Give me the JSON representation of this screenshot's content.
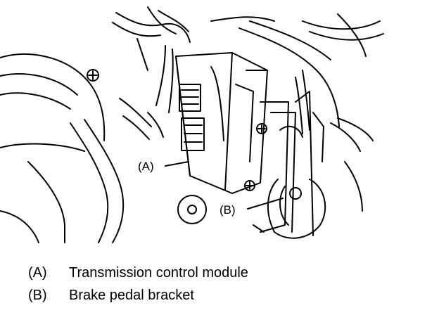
{
  "diagram": {
    "callouts": [
      {
        "id": "A",
        "label": "(A)"
      },
      {
        "id": "B",
        "label": "(B)"
      }
    ]
  },
  "legend": [
    {
      "key": "(A)",
      "text": "Transmission control module"
    },
    {
      "key": "(B)",
      "text": "Brake pedal bracket"
    }
  ]
}
